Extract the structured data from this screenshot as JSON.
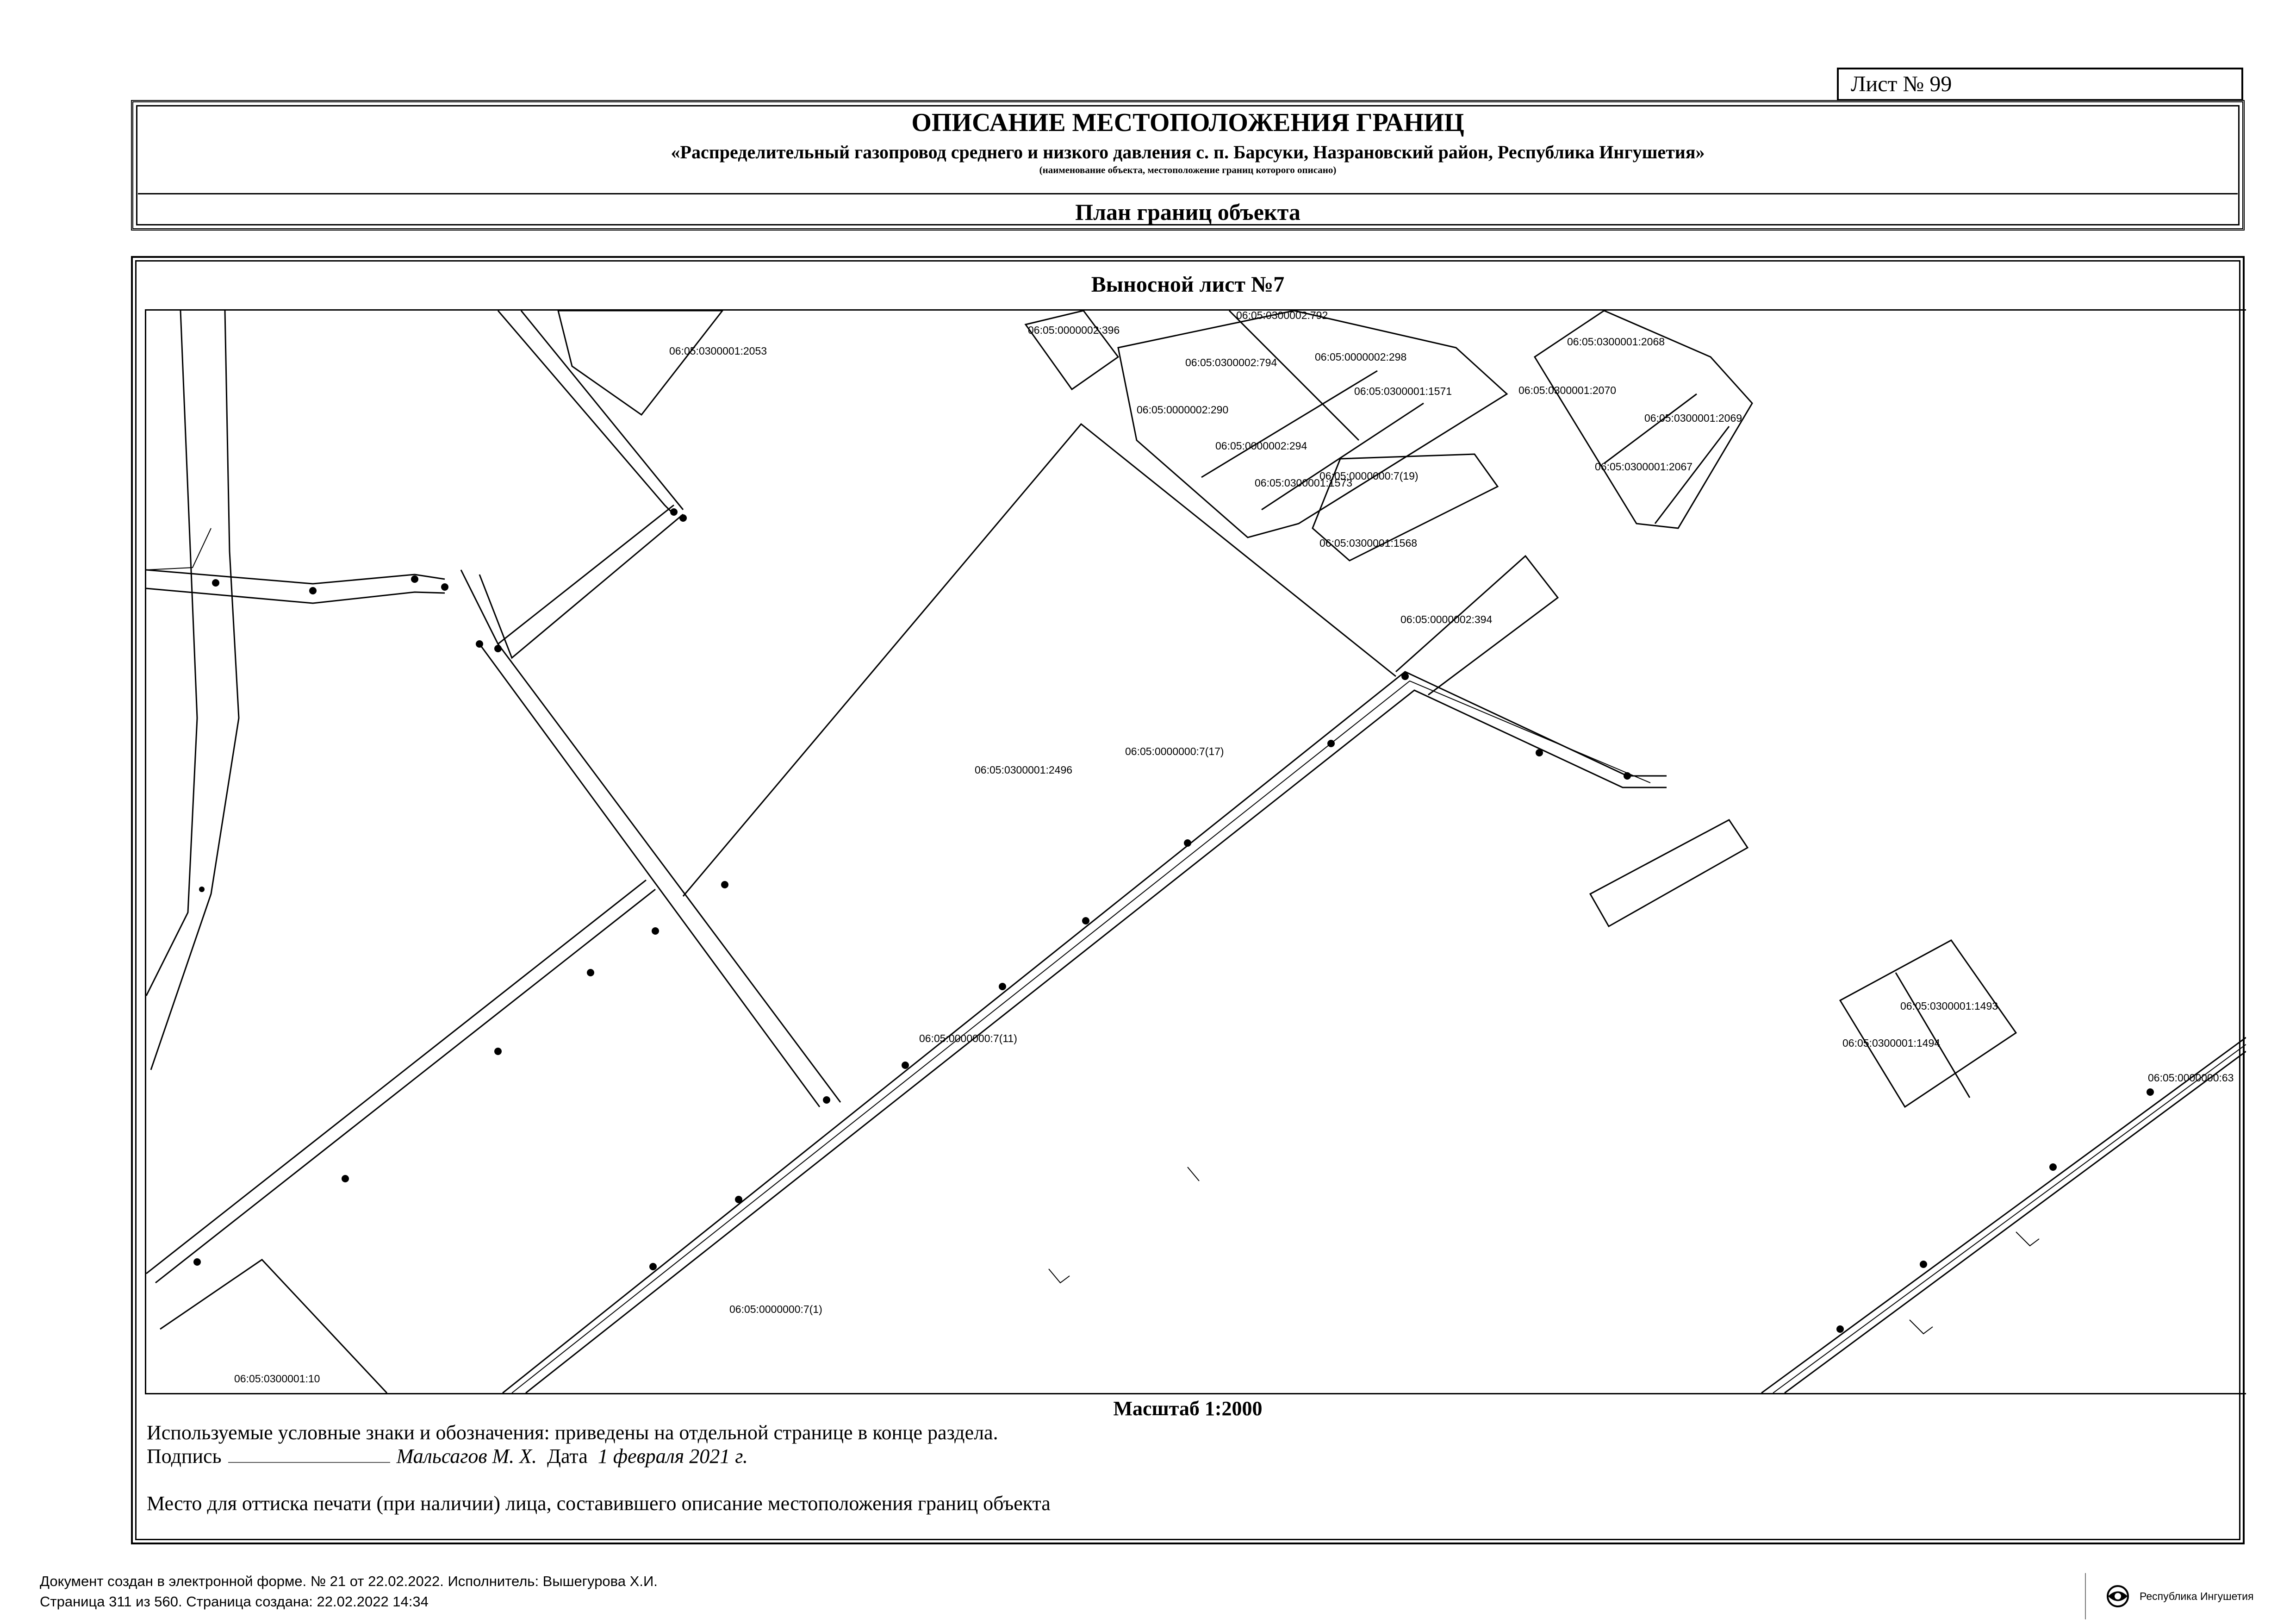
{
  "sheet": {
    "number": "Лист № 99"
  },
  "header": {
    "title": "ОПИСАНИЕ МЕСТОПОЛОЖЕНИЯ ГРАНИЦ",
    "subtitle": "«Распределительный газопровод среднего и низкого давления с. п. Барсуки, Назрановский район, Республика Ингушетия»",
    "note": "(наименование объекта, местоположение границ которого описано)",
    "plan_title": "План границ объекта"
  },
  "map": {
    "sheet_title": "Выносной лист №7",
    "scale": "Масштаб 1:2000",
    "parcels": [
      "06:05:0300001:2053",
      "06:05:0000002:396",
      "06:05:0300002:792",
      "06:05:0300002:794",
      "06:05:0000002:298",
      "06:05:0300001:1571",
      "06:05:0000002:290",
      "06:05:0000002:294",
      "06:05:0000000:7(19)",
      "06:05:0300001:1573",
      "06:05:0300001:1568",
      "06:05:0300001:2068",
      "06:05:0300001:2070",
      "06:05:0300001:2069",
      "06:05:0300001:2067",
      "06:05:0000002:394",
      "06:05:0300001:2496",
      "06:05:0000000:7(17)",
      "06:05:0000000:7(11)",
      "06:05:0000000:7(1)",
      "06:05:0300001:10",
      "06:05:0300001:1493",
      "06:05:0300001:1494",
      "06:05:0000000:63"
    ]
  },
  "legend": {
    "text": "Используемые условные знаки и обозначения: приведены на отдельной странице в конце раздела.",
    "signature_label": "Подпись",
    "signer": "Мальсагов М. Х.",
    "date_label": "Дата",
    "date": "1 февраля 2021 г.",
    "stamp": "Место для оттиска печати (при наличии) лица, составившего описание местоположения границ объекта"
  },
  "footer": {
    "line1": "Документ создан в электронной форме. № 21 от 22.02.2022. Исполнитель: Вышегурова Х.И.",
    "line2": "Страница 311 из 560. Страница создана: 22.02.2022 14:34",
    "org": "Республика Ингушетия"
  }
}
